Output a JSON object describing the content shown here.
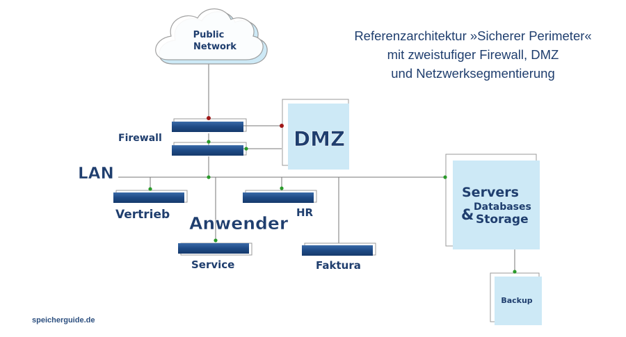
{
  "title_lines": [
    "Referenzarchitektur »Sicherer Perimeter«",
    "mit zweistufiger Firewall, DMZ",
    "und Netzwerksegmentierung"
  ],
  "nodes": {
    "cloud": [
      "Public",
      "Network"
    ],
    "firewall": "Firewall",
    "dmz": "DMZ",
    "lan": "LAN",
    "users_group": "Anwender",
    "sales": "Vertrieb",
    "hr": "HR",
    "service": "Service",
    "billing": "Faktura",
    "servers": {
      "line1": "Servers",
      "amp": "&",
      "line2": "Databases",
      "line3": "Storage"
    },
    "backup": "Backup"
  },
  "footer": "speicherguide.de",
  "colors": {
    "title": "#1f3e6e",
    "bar": "#1e4a85",
    "box_fill": "#cde9f6",
    "connector_red": "#a01818",
    "connector_green": "#2a9a2a",
    "line": "#777777"
  }
}
